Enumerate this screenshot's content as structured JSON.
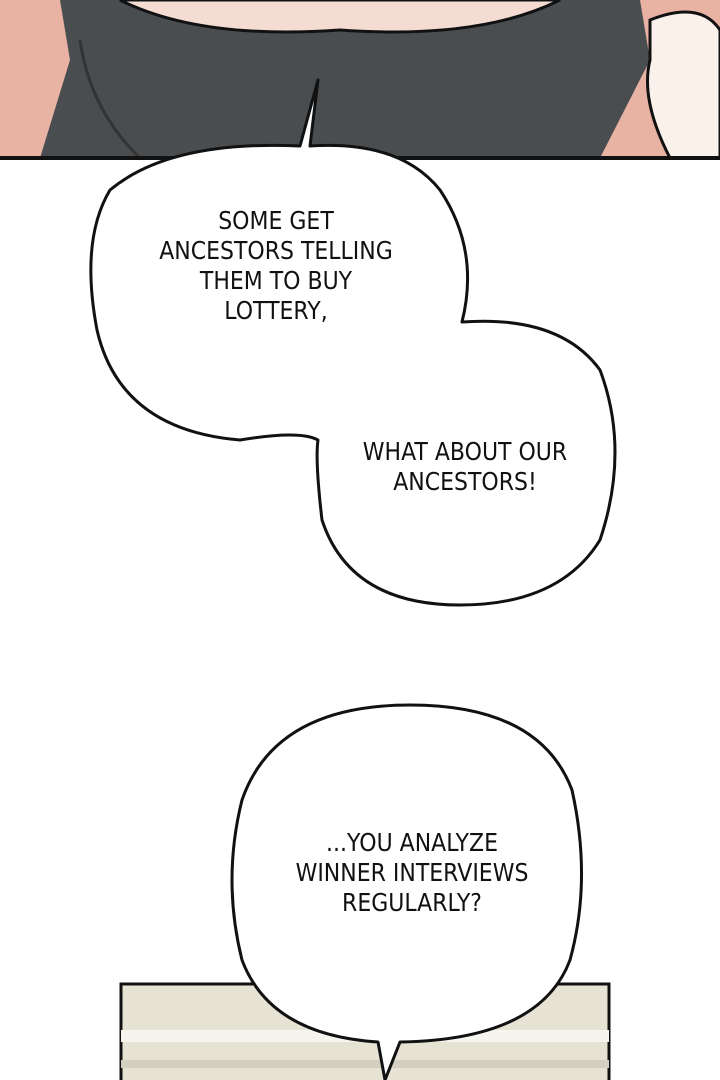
{
  "bubbles": [
    {
      "lines": [
        "SOME GET",
        "ANCESTORS TELLING",
        "THEM TO BUY",
        "LOTTERY,"
      ]
    },
    {
      "lines": [
        "WHAT ABOUT OUR",
        "ANCESTORS!"
      ]
    },
    {
      "lines": [
        "...YOU ANALYZE",
        "WINNER INTERVIEWS",
        "REGULARLY?"
      ]
    }
  ],
  "colors": {
    "shirt": "#4a4d50",
    "skin": "#f0b8a8",
    "panel_bg": "#e6e2d4"
  }
}
